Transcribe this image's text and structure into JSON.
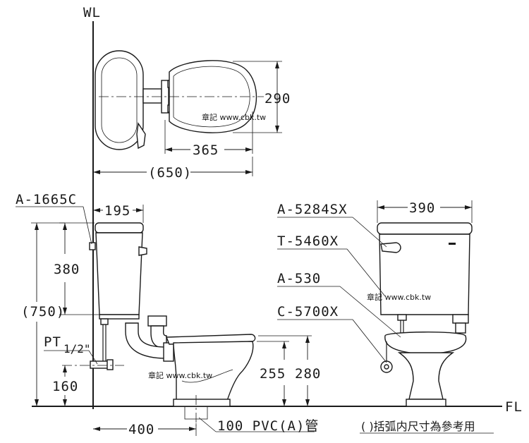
{
  "reference_lines": {
    "wall": "WL",
    "floor": "FL"
  },
  "dimensions": {
    "top_width": "290",
    "top_length": "365",
    "overall_length": "(650)",
    "tank_depth": "195",
    "tank_height": "380",
    "overall_height": "(750)",
    "supply_height": "160",
    "rough_in": "400",
    "bowl_height": "255",
    "rim_height": "280",
    "tank_width": "390"
  },
  "parts": {
    "tank_lever": "A-1665C",
    "supply_pipe": "PT",
    "supply_pipe_size": "1/2\"",
    "tank_fitting": "A-5284SX",
    "flush_valve": "T-5460X",
    "connector": "A-530",
    "angle_valve": "C-5700X",
    "drain": "100 PVC(A)管"
  },
  "note": "( )括弧内尺寸為參考用",
  "watermark": "章記 www.cbk.tw"
}
